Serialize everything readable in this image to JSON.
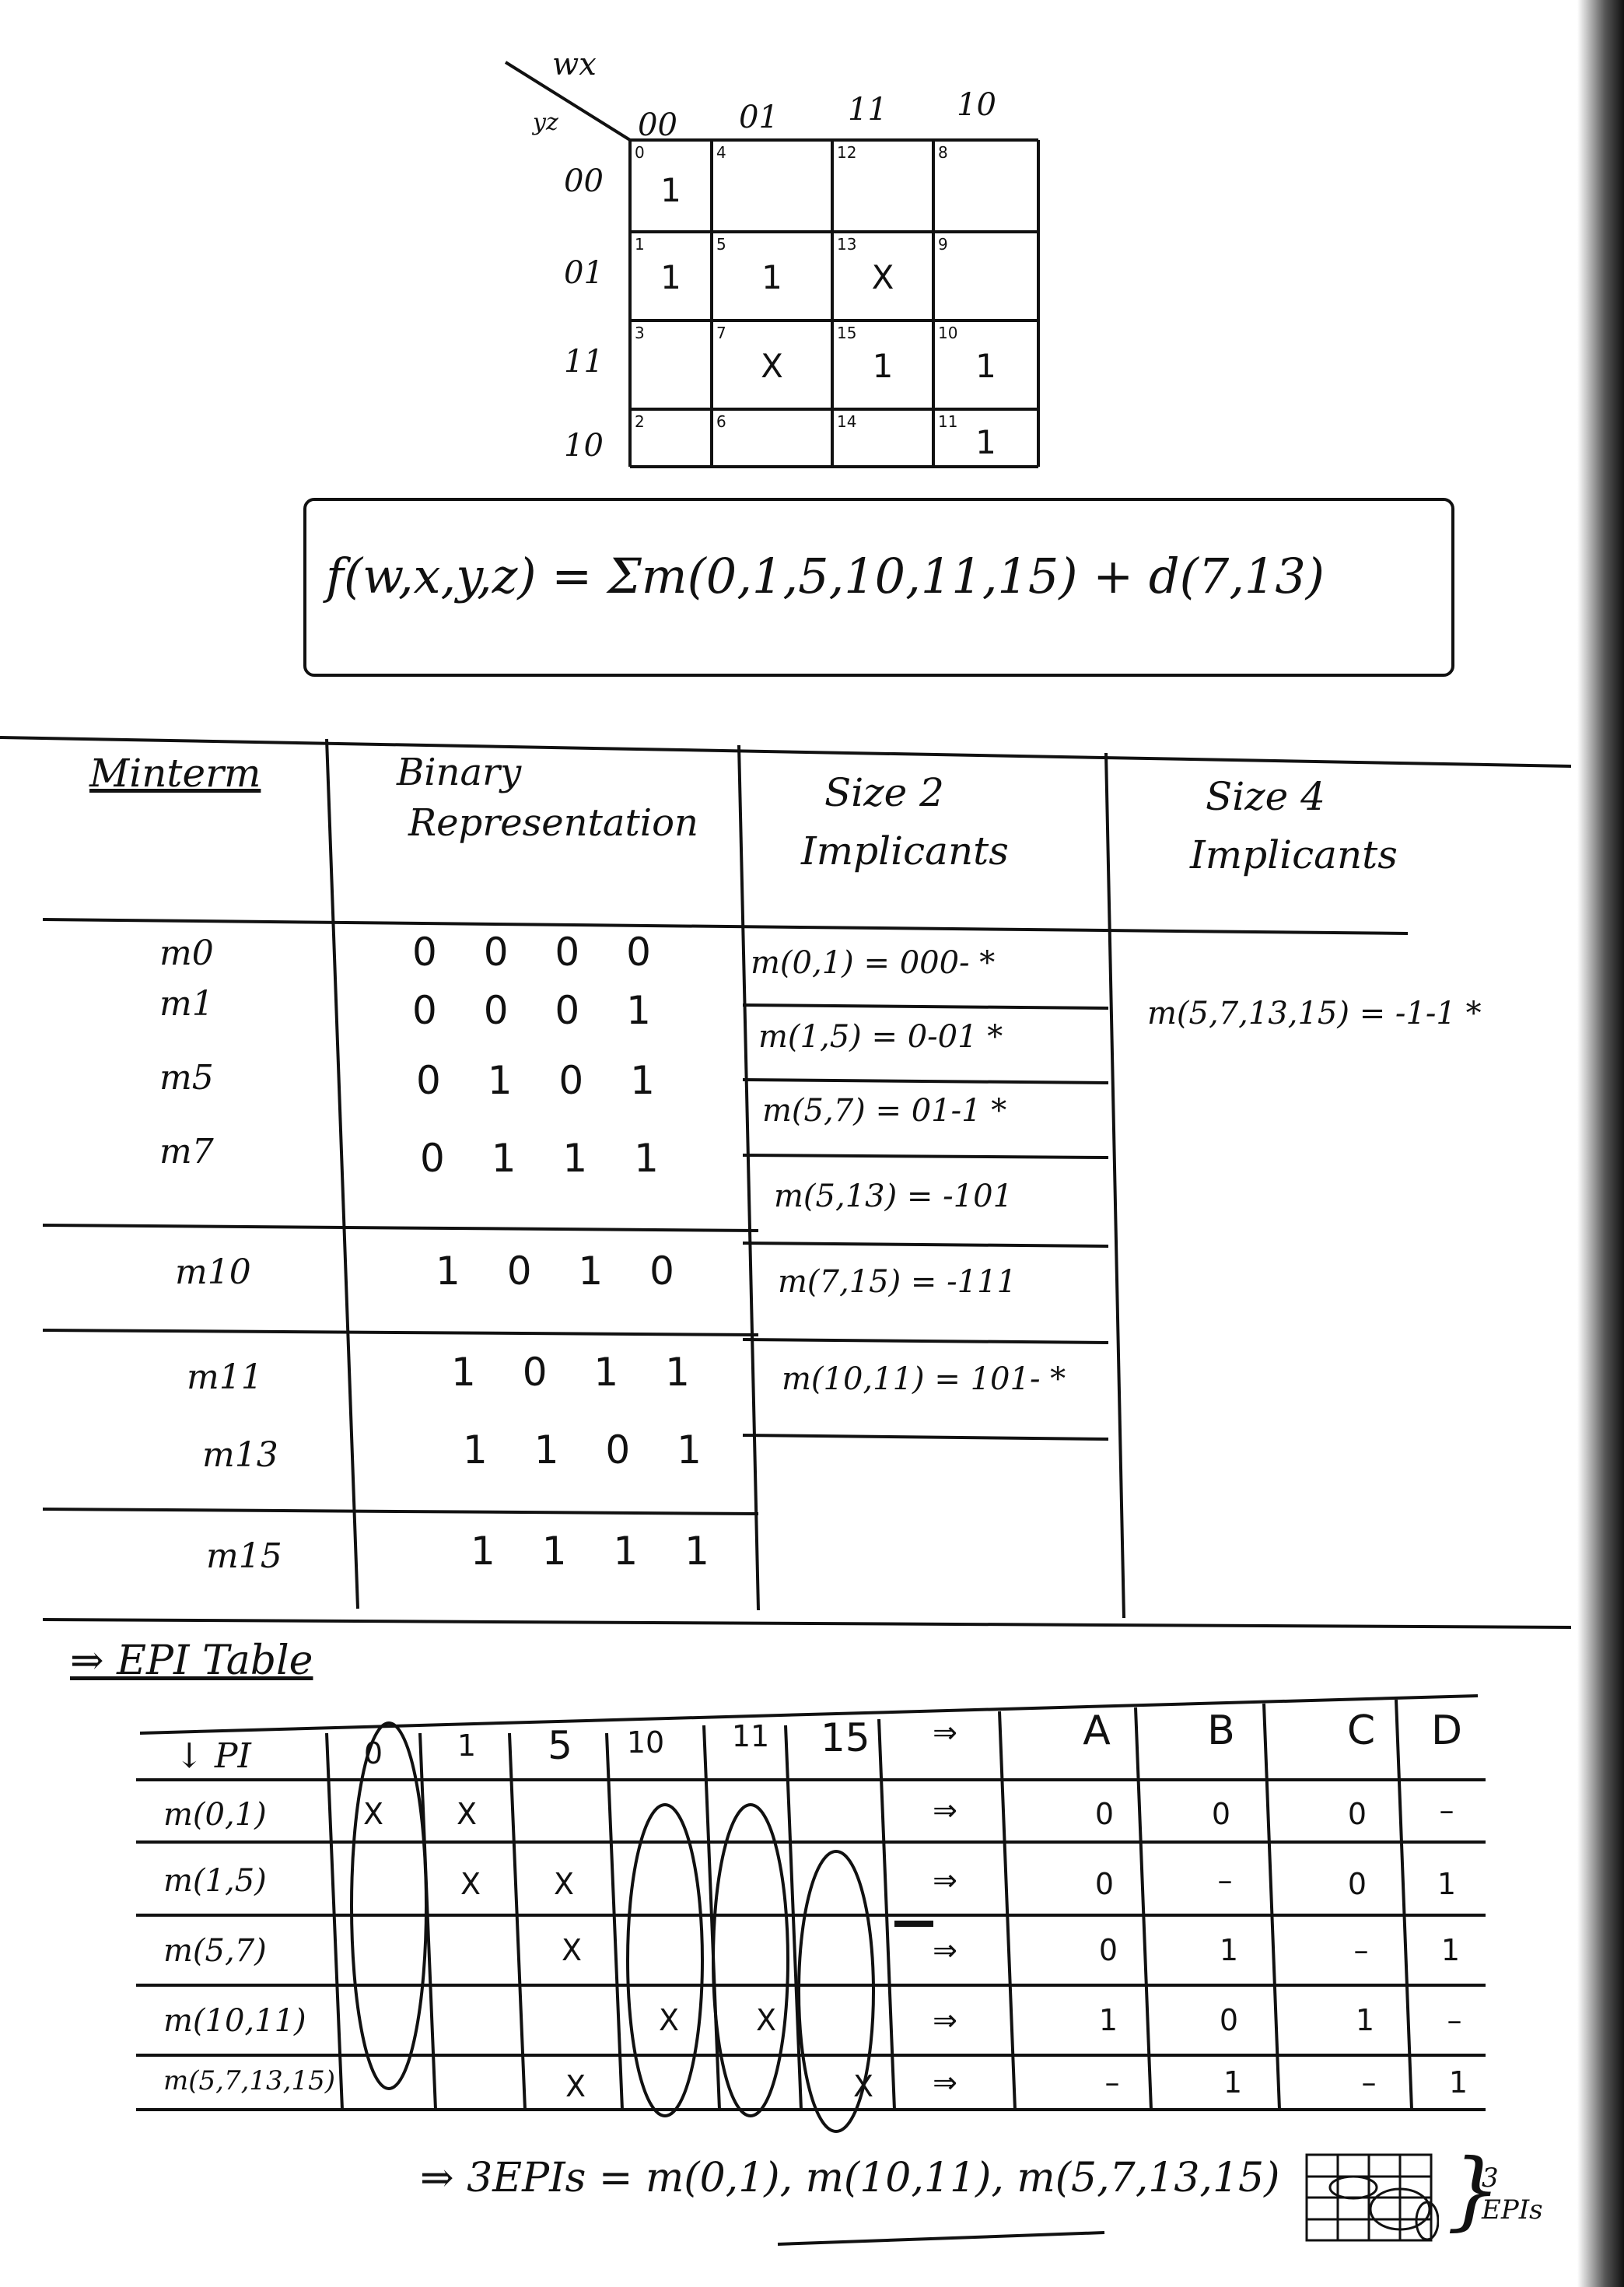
{
  "kmap": {
    "var_label_top": "wx",
    "var_label_side": "yz",
    "col_headers": [
      "00",
      "01",
      "11",
      "10"
    ],
    "row_headers": [
      "00",
      "01",
      "11",
      "10"
    ],
    "cell_indices": [
      [
        "0",
        "4",
        "12",
        "8"
      ],
      [
        "1",
        "5",
        "13",
        "9"
      ],
      [
        "3",
        "7",
        "15",
        "10"
      ],
      [
        "2",
        "6",
        "14",
        "11"
      ]
    ],
    "cell_values": [
      [
        "1",
        "",
        "",
        ""
      ],
      [
        "1",
        "1",
        "X",
        ""
      ],
      [
        "",
        "X",
        "1",
        "1"
      ],
      [
        "",
        "",
        "",
        "1"
      ]
    ]
  },
  "function": "f(w,x,y,z) = Σm(0,1,5,10,11,15) + d(7,13)",
  "qm_table": {
    "headers": {
      "minterm": "Minterm",
      "binary": [
        "Binary",
        "Representation"
      ],
      "size2": [
        "Size 2",
        "Implicants"
      ],
      "size4": [
        "Size 4",
        "Implicants"
      ]
    },
    "minterms": [
      "m0",
      "m1",
      "m5",
      "m7",
      "m10",
      "m11",
      "m13",
      "m15"
    ],
    "binaries": [
      "0 0 0 0",
      "0 0 0 1",
      "0 1 0 1",
      "0 1 1 1",
      "1 0 1 0",
      "1 0 1 1",
      "1 1 0 1",
      "1 1 1 1"
    ],
    "size2": [
      "m(0,1) = 000-  *",
      "m(1,5) = 0-01  *",
      "m(5,7) = 01-1  *",
      "m(5,13) = -101",
      "m(7,15) = -111",
      "m(10,11) = 101-  *"
    ],
    "size4": [
      "m(5,7,13,15) = -1-1  *"
    ]
  },
  "epi": {
    "title": "⇒ EPI Table",
    "pi_header": "↓ PI",
    "minterm_cols": [
      "0",
      "1",
      "5",
      "10",
      "11",
      "15"
    ],
    "arrow": "⇒",
    "var_cols": [
      "A",
      "B",
      "C",
      "D"
    ],
    "rows": [
      {
        "pi": "m(0,1)",
        "marks": [
          "X",
          "X",
          "",
          "",
          "",
          ""
        ],
        "vars": [
          "0",
          "0",
          "0",
          "–"
        ]
      },
      {
        "pi": "m(1,5)",
        "marks": [
          "",
          "X",
          "X",
          "",
          "",
          ""
        ],
        "vars": [
          "0",
          "–",
          "0",
          "1"
        ]
      },
      {
        "pi": "m(5,7)",
        "marks": [
          "",
          "",
          "X",
          "",
          "",
          ""
        ],
        "vars": [
          "0",
          "1",
          "–",
          "1"
        ]
      },
      {
        "pi": "m(10,11)",
        "marks": [
          "",
          "",
          "",
          "X",
          "X",
          ""
        ],
        "vars": [
          "1",
          "0",
          "1",
          "–"
        ]
      },
      {
        "pi": "m(5,7,13,15)",
        "marks": [
          "",
          "",
          "X",
          "",
          "",
          "X"
        ],
        "vars": [
          "–",
          "1",
          "–",
          "1"
        ]
      }
    ],
    "conclusion": "⇒ 3EPIs = m(0,1), m(10,11), m(5,7,13,15)",
    "side_note": "3 EPIs"
  }
}
